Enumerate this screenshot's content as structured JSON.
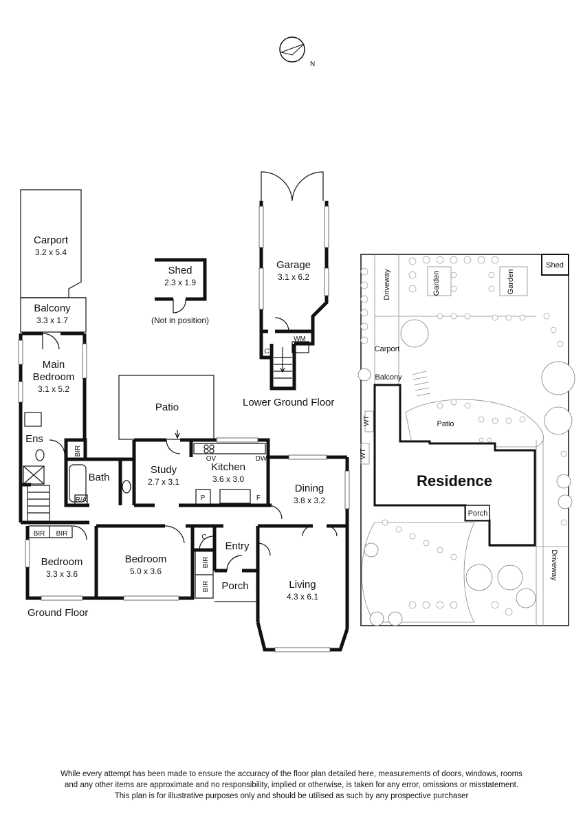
{
  "compass": {
    "north_label": "N"
  },
  "floors": {
    "ground_label": "Ground Floor",
    "lower_label": "Lower Ground Floor"
  },
  "rooms": {
    "carport": {
      "name": "Carport",
      "dim": "3.2 x 5.4"
    },
    "balcony": {
      "name": "Balcony",
      "dim": "3.3 x 1.7"
    },
    "main_bedroom": {
      "name1": "Main",
      "name2": "Bedroom",
      "dim": "3.1 x 5.2"
    },
    "ens": {
      "name": "Ens"
    },
    "bath": {
      "name": "Bath"
    },
    "ra": {
      "name": "R/A"
    },
    "bir_main": {
      "name": "BIR"
    },
    "shed": {
      "name": "Shed",
      "dim": "2.3 x 1.9",
      "note": "(Not in position)"
    },
    "garage": {
      "name": "Garage",
      "dim": "3.1 x 6.2"
    },
    "wm": {
      "name": "WM"
    },
    "c_lower": {
      "name": "C"
    },
    "patio": {
      "name": "Patio"
    },
    "study": {
      "name": "Study",
      "dim": "2.7 x 3.1"
    },
    "kitchen": {
      "name": "Kitchen",
      "dim": "3.6 x 3.0",
      "ov": "OV",
      "dw": "DW",
      "p": "P",
      "f": "F"
    },
    "dining": {
      "name": "Dining",
      "dim": "3.8 x 3.2"
    },
    "bedroom_left": {
      "name": "Bedroom",
      "dim": "3.3 x 3.6",
      "bir1": "BIR",
      "bir2": "BIR"
    },
    "bedroom_mid": {
      "name": "Bedroom",
      "dim": "5.0 x 3.6",
      "c": "C",
      "bir1": "BIR",
      "bir2": "BIR"
    },
    "entry": {
      "name": "Entry"
    },
    "porch": {
      "name": "Porch"
    },
    "living": {
      "name": "Living",
      "dim": "4.3 x 6.1"
    }
  },
  "site": {
    "residence": "Residence",
    "shed": "Shed",
    "driveway_top": "Driveway",
    "garden1": "Garden",
    "garden2": "Garden",
    "carport": "Carport",
    "balcony": "Balcony",
    "patio": "Patio",
    "porch": "Porch",
    "driveway_right": "Driveway",
    "wt1": "WT",
    "wt2": "WT"
  },
  "disclaimer": {
    "line1": "While every attempt has been made to ensure the accuracy of the floor plan detailed here, measurements of doors, windows, rooms",
    "line2": "and any other items are approximate and no responsibility, implied or otherwise, is taken for any error, omissions or misstatement.",
    "line3": "This plan is for illustrative purposes only and should be utilised as such by any prospective purchaser"
  }
}
